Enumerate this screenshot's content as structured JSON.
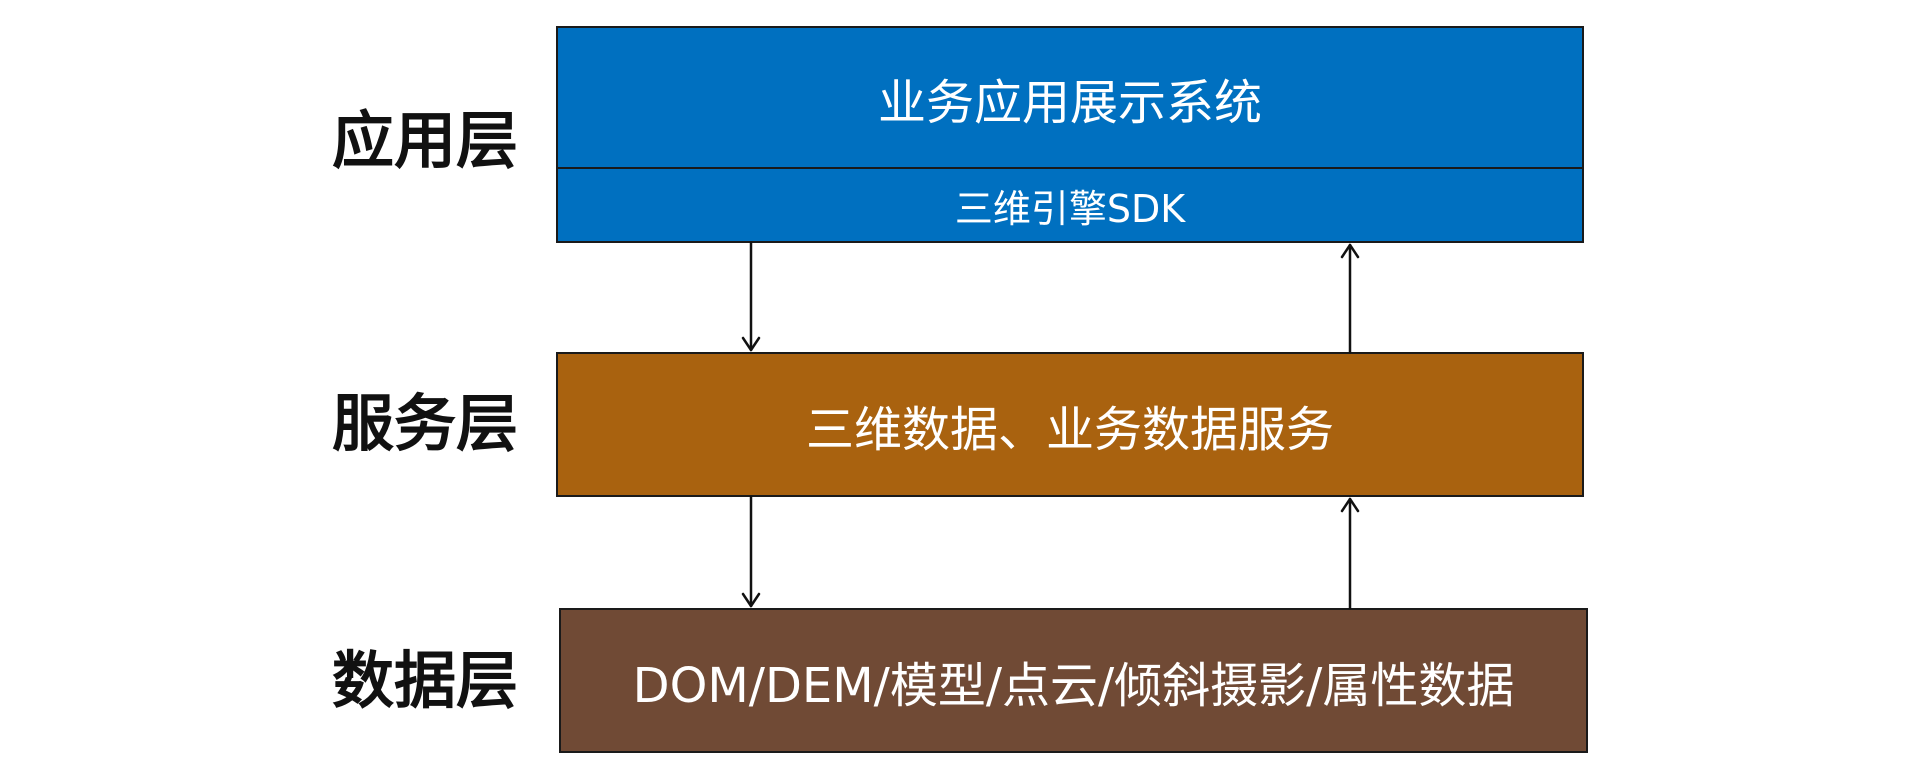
{
  "layers": {
    "application": {
      "label": "应用层",
      "main_text": "业务应用展示系统",
      "sdk_text": "三维引擎SDK"
    },
    "service": {
      "label": "服务层",
      "text": "三维数据、业务数据服务"
    },
    "data": {
      "label": "数据层",
      "text": "DOM/DEM/模型/点云/倾斜摄影/属性数据"
    }
  },
  "colors": {
    "application": "#0070C0",
    "service": "#A9620F",
    "data": "#704A35",
    "arrow": "#111111"
  }
}
